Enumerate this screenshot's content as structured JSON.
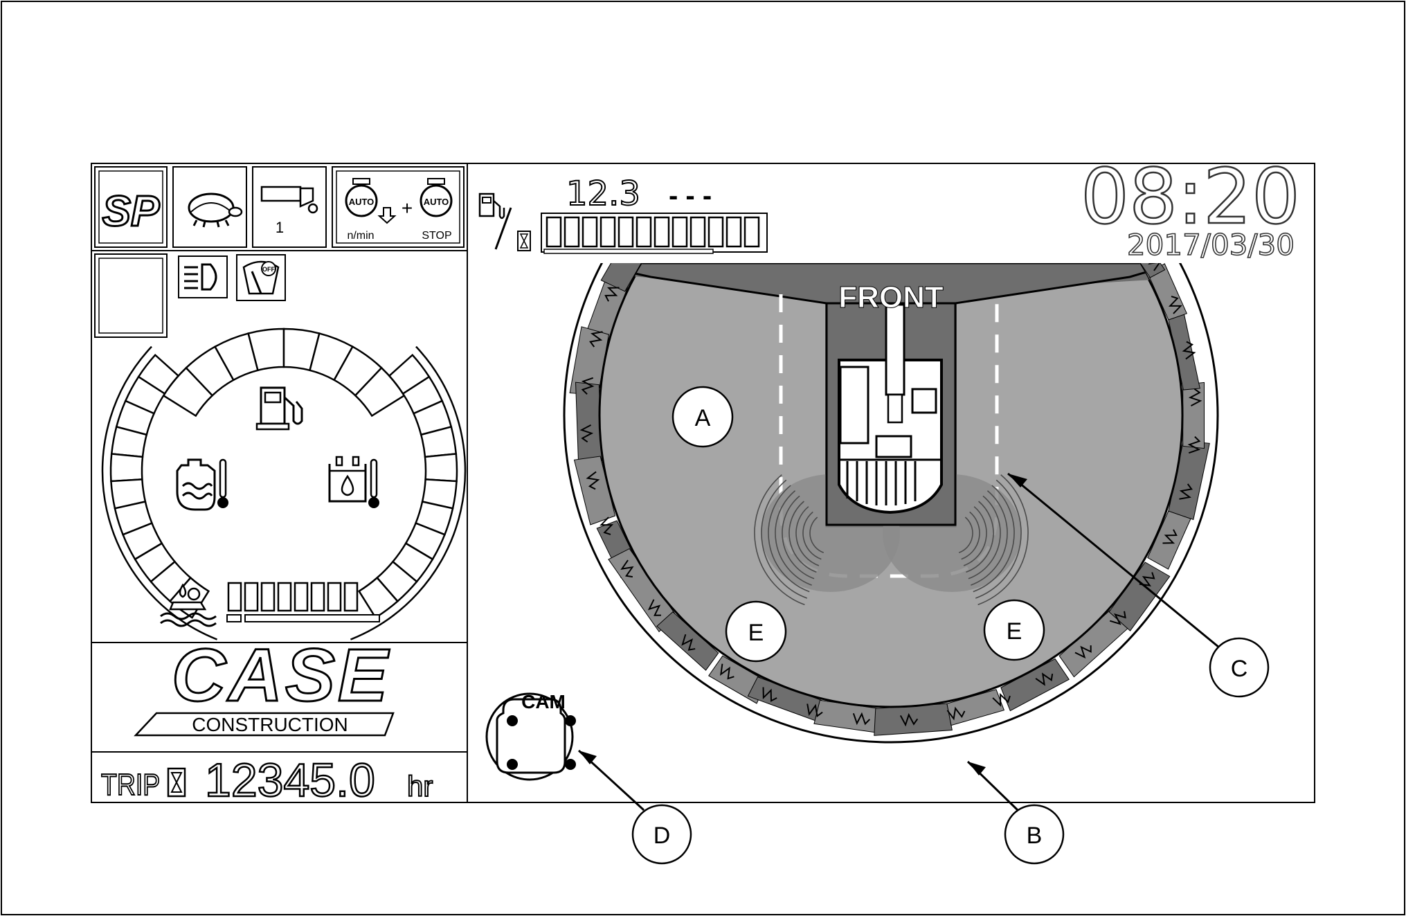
{
  "status_icons": {
    "sp": "SP",
    "attachment_number": "1",
    "auto_idle_unit": "n/min",
    "auto_label_1": "AUTO",
    "auto_label_2": "AUTO",
    "auto_stop": "STOP",
    "wiper_off": "OFF"
  },
  "fuel_consumption": {
    "value": "12.3",
    "unit_placeholder": "- - -",
    "bar_segments_total": 12,
    "bar_segments_filled": 0
  },
  "clock": {
    "time": "08:20",
    "date": "2017/03/30"
  },
  "gauges": {
    "fuel_level_segments": 8,
    "coolant_temp_segments": 11,
    "hydraulic_temp_segments": 11,
    "def_level_segments": 8
  },
  "logo": {
    "brand": "CASE",
    "subtitle": "CONSTRUCTION"
  },
  "trip": {
    "label": "TRIP",
    "hours": "12345.0",
    "unit": "hr"
  },
  "camera_view": {
    "front_label": "FRONT",
    "cam_button": "CAM"
  },
  "callouts": {
    "a": "A",
    "b": "B",
    "c": "C",
    "d": "D",
    "e_left": "E",
    "e_right": "E"
  },
  "colors": {
    "line": "#000000",
    "view_gray": "#a6a6a6",
    "dark_gray": "#6e6e6e",
    "mid_gray": "#8c8c8c",
    "clock_outline": "#555555"
  }
}
